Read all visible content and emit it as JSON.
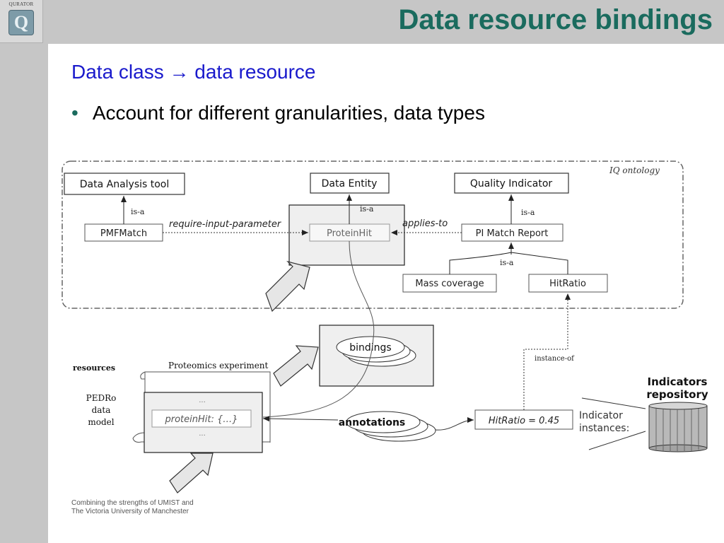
{
  "header": {
    "logo_text": "QURATOR",
    "logo_letter": "Q",
    "title": "Data resource bindings"
  },
  "content": {
    "subtitle": "Data class → data resource",
    "bullet": "Account for different granularities, data types"
  },
  "diagram": {
    "ontology_label": "IQ ontology",
    "data_analysis_tool": "Data Analysis tool",
    "data_entity": "Data Entity",
    "quality_indicator": "Quality Indicator",
    "pmf_match": "PMFMatch",
    "protein_hit": "ProteinHit",
    "pi_match_report": "PI Match Report",
    "mass_coverage": "Mass coverage",
    "hit_ratio": "HitRatio",
    "is_a_1": "is-a",
    "is_a_2": "is-a",
    "is_a_3": "is-a",
    "is_a_4": "is-a",
    "require_input_parameter": "require-input-parameter",
    "applies_to": "applies-to",
    "bindings": "bindings",
    "resources": "resources",
    "proteomics_experiment": "Proteomics experiment",
    "pedro_line1": "PEDRo",
    "pedro_line2": "data",
    "pedro_line3": "model",
    "ellipsis_top": "...",
    "protein_hit_instance": "proteinHit: {…}",
    "ellipsis_bottom": "...",
    "annotations": "annotations",
    "hit_ratio_value": "HitRatio = 0.45",
    "instance_of": "instance-of",
    "indicator_instances_line1": "Indicator",
    "indicator_instances_line2": "instances:",
    "indicators_repository_line1": "Indicators",
    "indicators_repository_line2": "repository"
  },
  "footer": {
    "line1": "Combining the strengths of UMIST and",
    "line2": "The Victoria University of Manchester"
  }
}
